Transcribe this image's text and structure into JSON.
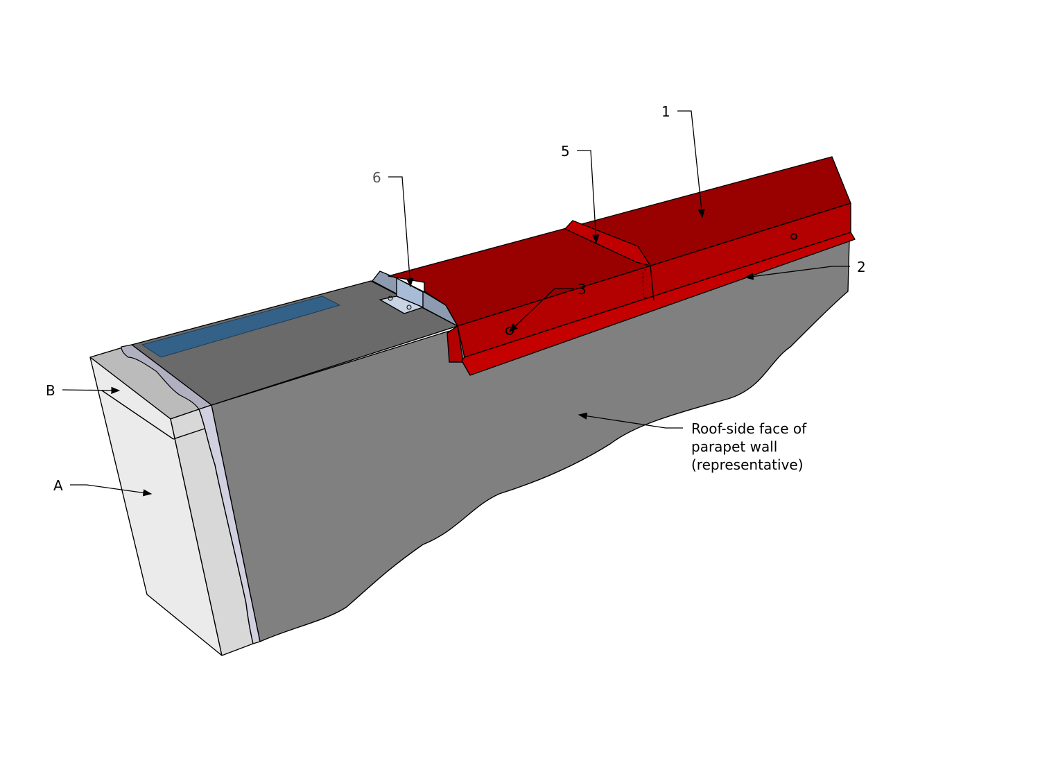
{
  "colors": {
    "coping_top": "#990000",
    "coping_face": "#b30000",
    "coping_flange": "#c40000",
    "wall_face": "#808080",
    "wall_top": "#6a6a6a",
    "membrane_strip": "#336188",
    "cleat": "#8c9bb0",
    "cleat_light": "#a8bcd8",
    "end_face": "#ebebeb",
    "cap": "#bbbbbb",
    "lavender": "#d0d0e0"
  },
  "labels": {
    "l1": "1",
    "l2": "2",
    "l3": "3",
    "l5": "5",
    "l6": "6",
    "lA": "A",
    "lB": "B",
    "roof_line1": "Roof-side face of",
    "roof_line2": "parapet wall",
    "roof_line3": "(representative)"
  }
}
